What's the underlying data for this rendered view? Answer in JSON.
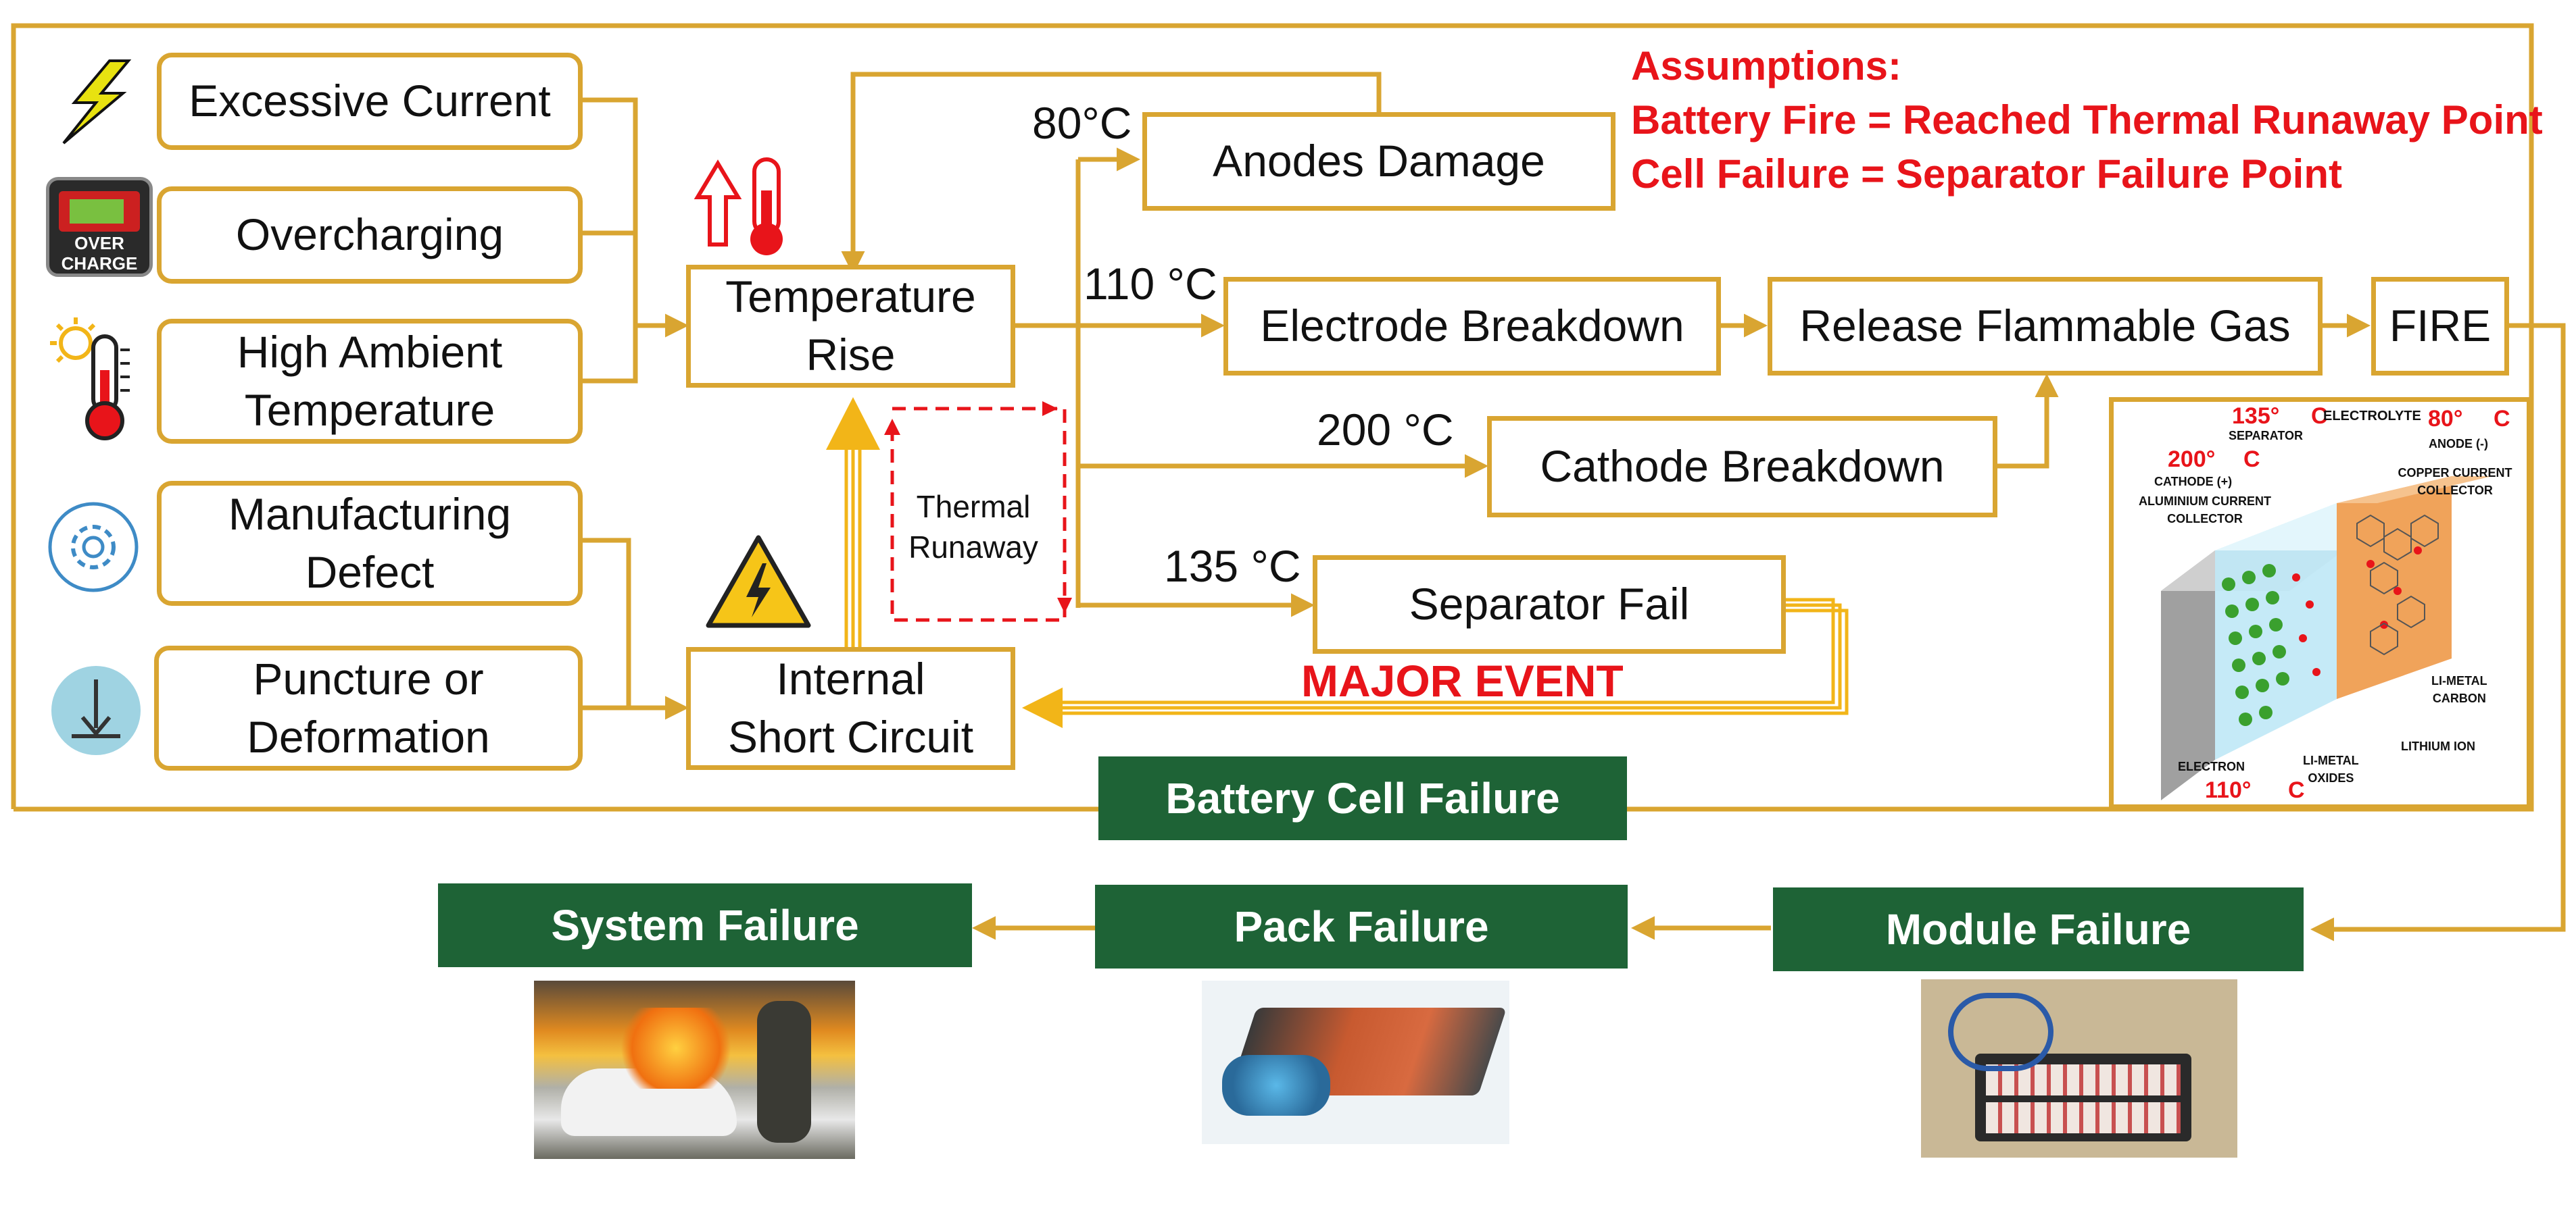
{
  "causes": [
    {
      "label": "Excessive Current",
      "icon": "lightning-icon"
    },
    {
      "label": "Overcharging",
      "icon": "overcharge-battery-icon"
    },
    {
      "label": "High Ambient\nTemperature",
      "icon": "sun-thermometer-icon"
    },
    {
      "label": "Manufacturing\nDefect",
      "icon": "gear-settings-icon"
    },
    {
      "label": "Puncture or\nDeformation",
      "icon": "puncture-arrow-icon"
    }
  ],
  "overcharge_icon_text": "OVER CHARGE",
  "process": {
    "temperature_rise": "Temperature\nRise",
    "internal_short": "Internal\nShort Circuit",
    "thermal_runaway": "Thermal\nRunaway",
    "anodes_damage": "Anodes Damage",
    "electrode_breakdown": "Electrode Breakdown",
    "release_gas": "Release Flammable Gas",
    "fire": "FIRE",
    "cathode_breakdown": "Cathode Breakdown",
    "separator_fail": "Separator Fail",
    "major_event": "MAJOR EVENT"
  },
  "temperatures": {
    "t80": "80°C",
    "t110": "110 °C",
    "t200": "200 °C",
    "t135": "135 °C"
  },
  "assumptions": {
    "title": "Assumptions:",
    "line1": "Battery Fire = Reached Thermal Runaway Point",
    "line2": "Cell Failure = Separator Failure Point"
  },
  "cell_diagram": {
    "t135": "135",
    "separator": "SEPARATOR",
    "electrolyte": "ELECTROLYTE",
    "t80": "80",
    "anode": "ANODE (-)",
    "t200": "200",
    "cathode": "CATHODE (+)",
    "aluminium": "ALUMINIUM CURRENT\nCOLLECTOR",
    "copper": "COPPER CURRENT\nCOLLECTOR",
    "li_metal_carbon": "LI-METAL\nCARBON",
    "lithium_ion": "LITHIUM ION",
    "electron": "ELECTRON",
    "li_metal_oxides": "LI-METAL\nOXIDES",
    "t110": "110",
    "deg": "°",
    "c": "C"
  },
  "levels": {
    "battery_cell_failure": "Battery Cell Failure",
    "module_failure": "Module Failure",
    "pack_failure": "Pack Failure",
    "system_failure": "System Failure"
  },
  "colors": {
    "accent": "#D9A531",
    "green": "#1E6336",
    "red": "#E8141A"
  }
}
